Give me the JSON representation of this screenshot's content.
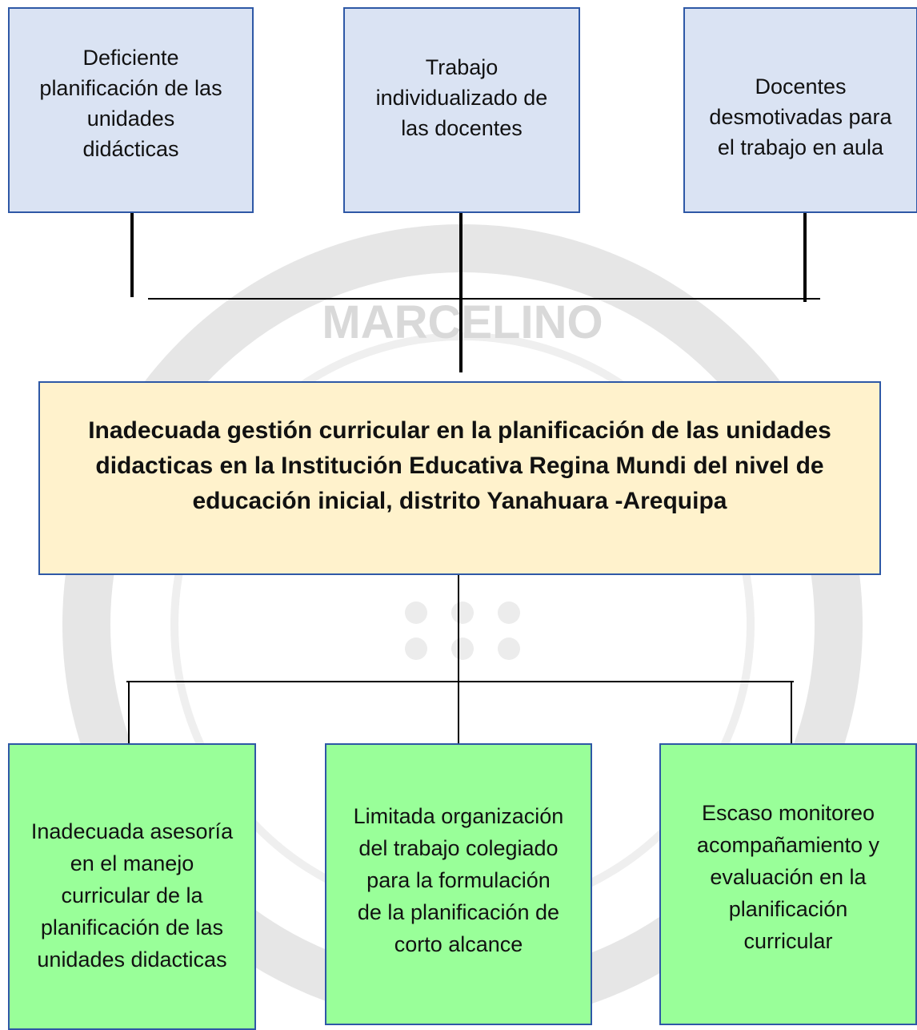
{
  "watermark": {
    "text": "MARCELINO",
    "color": "#d9d9d9"
  },
  "causes": [
    {
      "text": "Deficiente\nplanificación de las\nunidades\ndidácticas"
    },
    {
      "text": "Trabajo\nindividualizado de\nlas docentes"
    },
    {
      "text": "Docentes\ndesmotivadas para\nel trabajo en aula"
    }
  ],
  "problem": {
    "text": "Inadecuada gestión curricular en la planificación de las unidades\ndidacticas en la Institución Educativa Regina Mundi del nivel de\neducación inicial, distrito Yanahuara -Arequipa"
  },
  "effects": [
    {
      "text": "Inadecuada asesoría\nen el manejo\ncurricular de la\nplanificación de las\nunidades didacticas"
    },
    {
      "text": "Limitada organización\ndel trabajo colegiado\npara la formulación\nde la planificación de\ncorto alcance"
    },
    {
      "text": "Escaso monitoreo\nacompañamiento y\nevaluación en la\nplanificación\ncurricular"
    }
  ],
  "colors": {
    "cause_fill": "#dae3f3",
    "problem_fill": "#fff2cc",
    "effect_fill": "#99ff99",
    "border": "#2e58a6"
  }
}
